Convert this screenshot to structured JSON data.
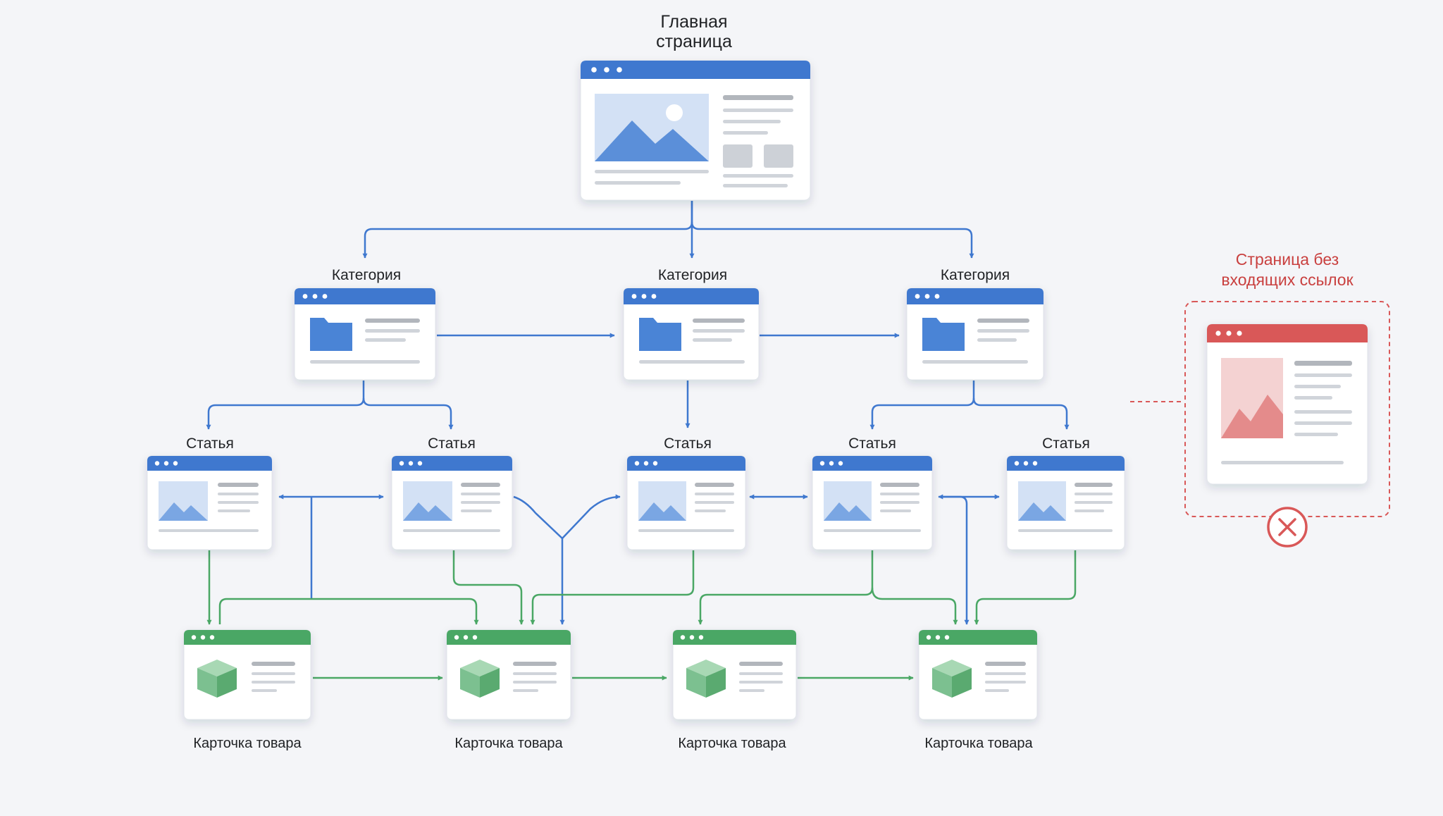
{
  "home": {
    "title_line1": "Главная",
    "title_line2": "страница"
  },
  "categories": [
    {
      "label": "Категория"
    },
    {
      "label": "Категория"
    },
    {
      "label": "Категория"
    }
  ],
  "articles": [
    {
      "label": "Статья"
    },
    {
      "label": "Статья"
    },
    {
      "label": "Статья"
    },
    {
      "label": "Статья"
    },
    {
      "label": "Статья"
    }
  ],
  "products": [
    {
      "label": "Карточка товара"
    },
    {
      "label": "Карточка товара"
    },
    {
      "label": "Карточка товара"
    },
    {
      "label": "Карточка товара"
    }
  ],
  "orphan": {
    "title_line1": "Страница без",
    "title_line2": "входящих ссылок"
  },
  "colors": {
    "background": "#f4f5f8",
    "blue": "#3f78cf",
    "green": "#4aa765",
    "red": "#d95858",
    "orphan_text": "#c9403f"
  },
  "icons": [
    "image-icon",
    "folder-icon",
    "cube-icon",
    "close-circle-icon"
  ]
}
